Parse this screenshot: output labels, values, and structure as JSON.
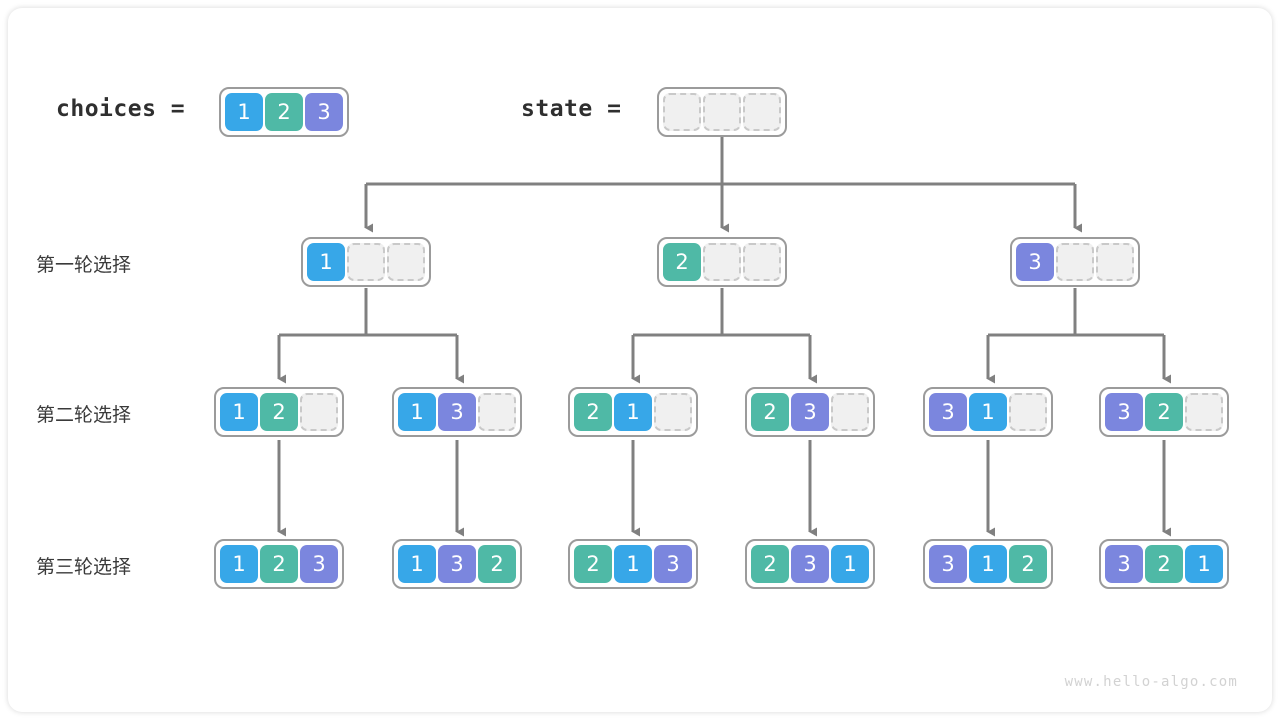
{
  "diagram": {
    "title_watermark": "www.hello-algo.com",
    "header": {
      "choices_label": "choices =",
      "state_label": "state ="
    },
    "row_labels": [
      "第一轮选择",
      "第二轮选择",
      "第三轮选择"
    ],
    "colors": {
      "value_1": "#37a7e8",
      "value_2": "#4fb9a6",
      "value_3": "#7b86de",
      "empty_cell": "#f0f0f0",
      "empty_border": "#c9c9c9",
      "array_border": "#9b9b9b",
      "wire": "#808080",
      "text": "#3a3a3a",
      "watermark": "#d2d2d2"
    },
    "choices_array": [
      "1",
      "2",
      "3"
    ],
    "state_array": [
      "",
      "",
      ""
    ],
    "level1": [
      {
        "cells": [
          "1",
          "",
          ""
        ]
      },
      {
        "cells": [
          "2",
          "",
          ""
        ]
      },
      {
        "cells": [
          "3",
          "",
          ""
        ]
      }
    ],
    "level2": [
      {
        "cells": [
          "1",
          "2",
          ""
        ]
      },
      {
        "cells": [
          "1",
          "3",
          ""
        ]
      },
      {
        "cells": [
          "2",
          "1",
          ""
        ]
      },
      {
        "cells": [
          "2",
          "3",
          ""
        ]
      },
      {
        "cells": [
          "3",
          "1",
          ""
        ]
      },
      {
        "cells": [
          "3",
          "2",
          ""
        ]
      }
    ],
    "level3": [
      {
        "cells": [
          "1",
          "2",
          "3"
        ]
      },
      {
        "cells": [
          "1",
          "3",
          "2"
        ]
      },
      {
        "cells": [
          "2",
          "1",
          "3"
        ]
      },
      {
        "cells": [
          "2",
          "3",
          "1"
        ]
      },
      {
        "cells": [
          "3",
          "1",
          "2"
        ]
      },
      {
        "cells": [
          "3",
          "2",
          "1"
        ]
      }
    ]
  }
}
